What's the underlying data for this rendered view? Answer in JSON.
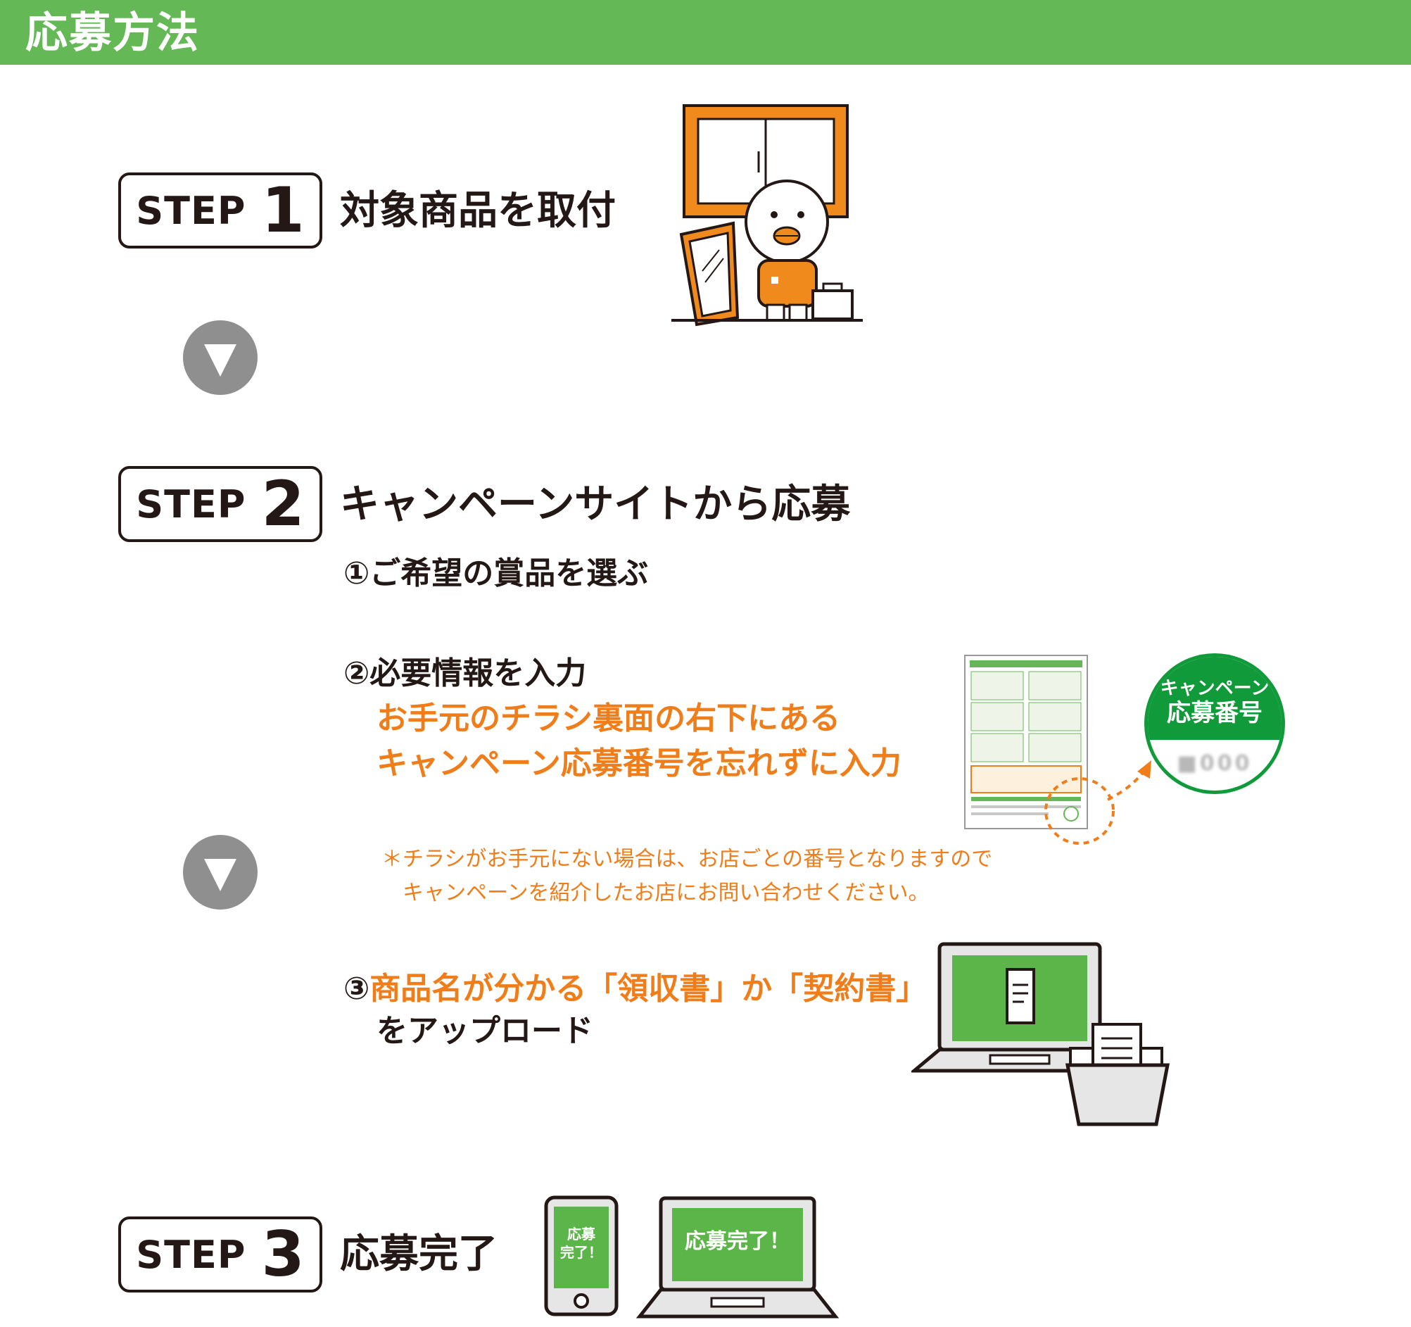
{
  "header": {
    "title": "応募方法"
  },
  "steps": [
    {
      "word": "STEP",
      "number": "1",
      "title": "対象商品を取付"
    },
    {
      "word": "STEP",
      "number": "2",
      "title": "キャンペーンサイトから応募"
    },
    {
      "word": "STEP",
      "number": "3",
      "title": "応募完了"
    }
  ],
  "step2": {
    "sub1": "①ご希望の賞品を選ぶ",
    "sub2": "②必要情報を入力",
    "sub2_orange1": "お手元のチラシ裏面の右下にある",
    "sub2_orange2": "キャンペーン応募番号を忘れずに入力",
    "note1": "＊チラシがお手元にない場合は、お店ごとの番号となりますので",
    "note2": "キャンペーンを紹介したお店にお問い合わせください。",
    "sub3_num": "③",
    "sub3_orange": "商品名が分かる「領収書」か「契約書」",
    "sub3_rest": "をアップロード"
  },
  "campaign_badge": {
    "line1": "キャンペーン",
    "line2": "応募番号",
    "number": "■000"
  },
  "completion": {
    "phone_text": "応募\n完了！",
    "phone_line1": "応募",
    "phone_line2": "完了！",
    "laptop_text": "応募完了！"
  },
  "colors": {
    "header_green": "#65b856",
    "badge_green": "#109a3a",
    "orange": "#ef7d1a",
    "arrow_gray": "#8f8f8f",
    "screen_green": "#5cb548"
  },
  "icons": [
    "down-arrow-icon",
    "window-bird-illustration",
    "flyer-thumbnail",
    "laptop-upload-icon",
    "smartphone-icon",
    "laptop-complete-icon"
  ]
}
